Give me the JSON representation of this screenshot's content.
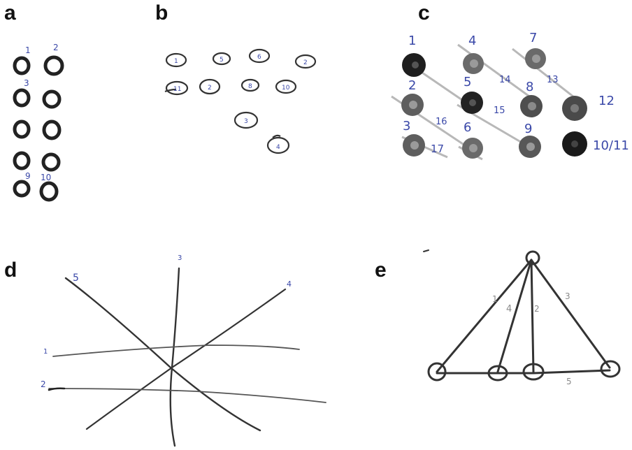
{
  "panels": {
    "a": {
      "letter": "a",
      "labels": [
        "1",
        "2",
        "3",
        "9",
        "10"
      ]
    },
    "b": {
      "letter": "b",
      "rings": [
        "1",
        "5",
        "6",
        "2",
        "11",
        "2",
        "8",
        "10",
        "3",
        "4"
      ]
    },
    "c": {
      "letter": "c",
      "labels": [
        "1",
        "4",
        "7",
        "2",
        "5",
        "14",
        "8",
        "13",
        "12",
        "15",
        "3",
        "16",
        "6",
        "9",
        "10/11",
        "17"
      ]
    },
    "d": {
      "letter": "d",
      "labels": [
        "5",
        "3",
        "4",
        "1",
        "2"
      ]
    },
    "e": {
      "letter": "e",
      "labels": [
        "1",
        "4",
        "2",
        "3",
        "5"
      ]
    }
  },
  "colors": {
    "ink_blue": "#3a48a8",
    "ring_dark": "#222222",
    "ring_grey": "#6a6a6a",
    "pencil": "#8a8a8a"
  }
}
